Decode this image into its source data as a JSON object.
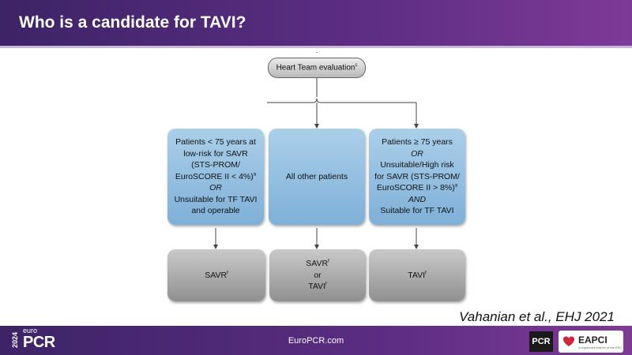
{
  "header": {
    "title": "Who is a candidate for TAVI?"
  },
  "flowchart": {
    "top": {
      "label": "Heart Team evaluation",
      "sup": "c"
    },
    "criteria": [
      {
        "lines": [
          {
            "text": "Patients < 75 years at"
          },
          {
            "text": "low-risk for SAVR"
          },
          {
            "text": "(STS-PROM/"
          },
          {
            "text": "EuroSCORE II < 4%)",
            "sup": "a"
          },
          {
            "text": "OR",
            "italic": true
          },
          {
            "text": "Unsuitable for TF TAVI"
          },
          {
            "text": "and operable"
          }
        ]
      },
      {
        "lines": [
          {
            "text": "All other patients"
          }
        ]
      },
      {
        "lines": [
          {
            "text": "Patients ≥ 75 years"
          },
          {
            "text": "OR",
            "italic": true
          },
          {
            "text": "Unsuitable/High risk"
          },
          {
            "text": "for SAVR (STS-PROM/"
          },
          {
            "text": "EuroSCORE II > 8%)",
            "sup": "a"
          },
          {
            "text": "AND",
            "italic": true
          },
          {
            "text": "Suitable for TF TAVI"
          }
        ]
      }
    ],
    "outcomes": [
      {
        "lines": [
          {
            "text": "SAVR",
            "sup": "f"
          }
        ]
      },
      {
        "lines": [
          {
            "text": "SAVR",
            "sup": "f"
          },
          {
            "text": "or"
          },
          {
            "text": "TAVI",
            "sup": "f"
          }
        ]
      },
      {
        "lines": [
          {
            "text": "TAVI",
            "sup": "f"
          }
        ]
      }
    ]
  },
  "citation": "Vahanian et al., EHJ 2021",
  "footer": {
    "year": "2024",
    "logo_small": "euro",
    "logo_big": "PCR",
    "url": "EuroPCR.com",
    "badge_pcr": "PCR",
    "badge_eapci": "EAPCI",
    "badge_eapci_sub": "A registered branch of the ESC",
    "eapci_color": "#d0263a"
  }
}
